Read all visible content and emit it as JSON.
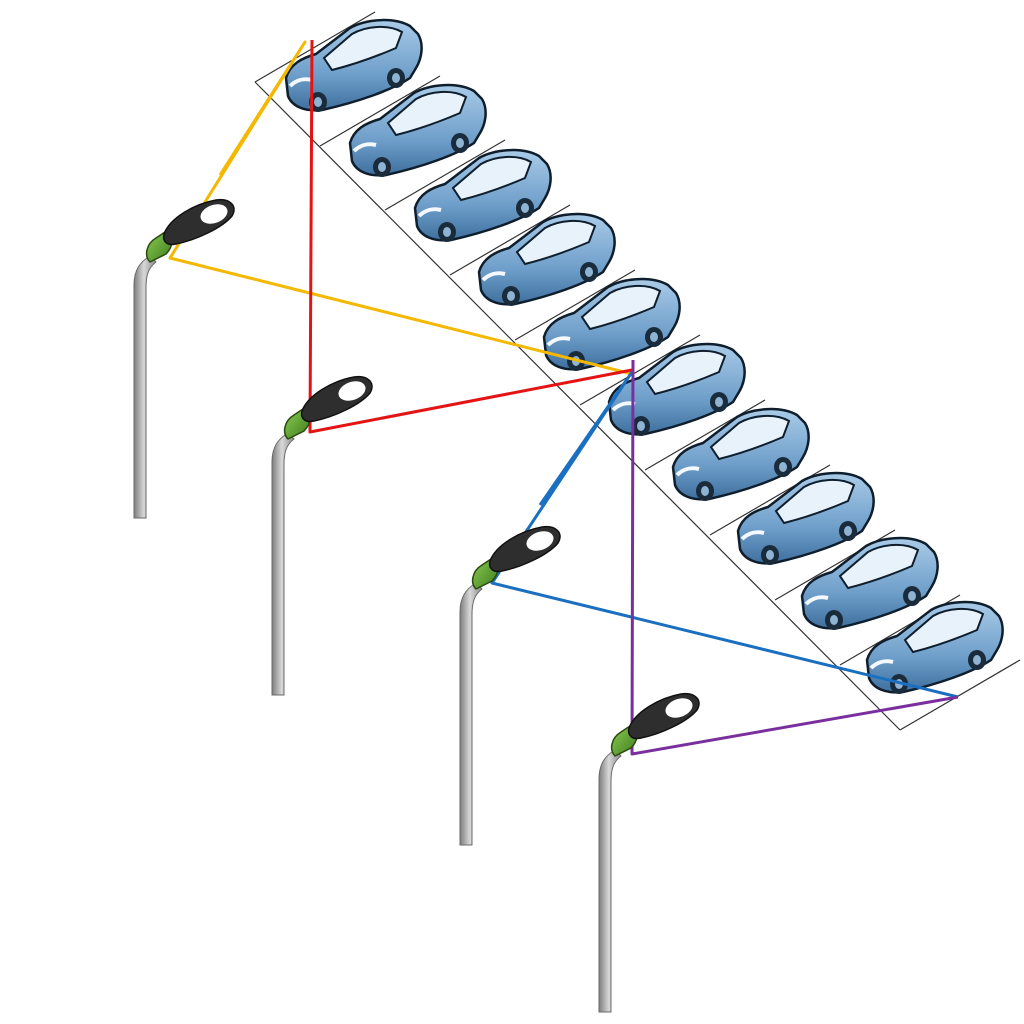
{
  "scene": {
    "parking_spaces": 10,
    "car_count": 10,
    "lamp_count": 4,
    "colors": {
      "car_body": "#7aa8cf",
      "car_body_dark": "#3f6f9e",
      "car_window": "#e8f2fb",
      "lamp_pole": "#9a9a9a",
      "lamp_collar": "#5a9a2e",
      "lamp_head": "#2e2e2e",
      "lamp_lens": "#ffffff",
      "parking_lines": "#333333",
      "beam_lamp_1": "#f5b800",
      "beam_lamp_2": "#e41414",
      "beam_lamp_3": "#1a6fc0",
      "beam_lamp_4": "#7a2f9e"
    },
    "icons": [
      "car-icon",
      "street-lamp-icon"
    ]
  }
}
